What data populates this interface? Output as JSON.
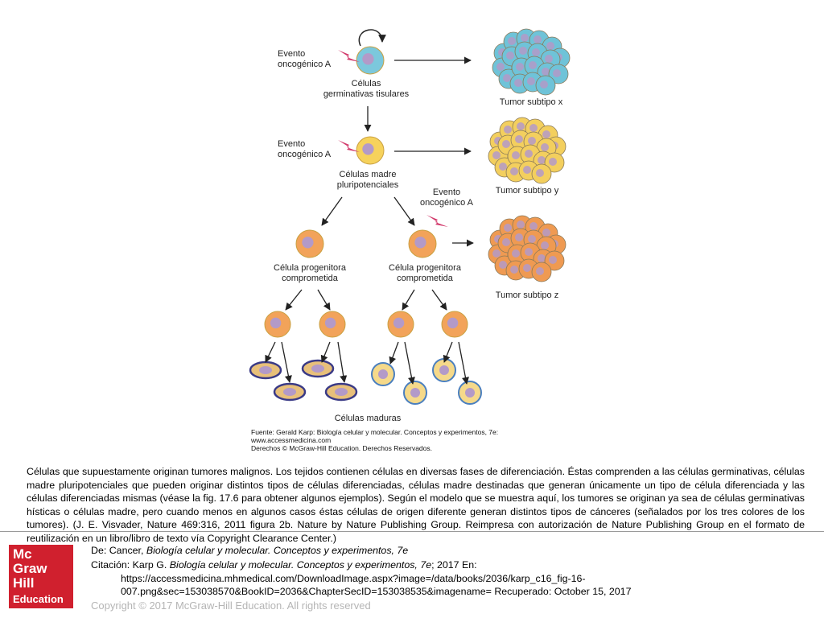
{
  "figure": {
    "labels": {
      "event_a1": [
        "Evento",
        "oncogénico A"
      ],
      "event_a2": [
        "Evento",
        "oncogénico A"
      ],
      "event_a3": [
        "Evento",
        "oncogénico A"
      ],
      "germ_cells": [
        "Células",
        "germinativas tisulares"
      ],
      "stem_cells": [
        "Células madre",
        "pluripotenciales"
      ],
      "progenitor_left": [
        "Célula progenitora",
        "comprometida"
      ],
      "progenitor_right": [
        "Célula progenitora",
        "comprometida"
      ],
      "tumor_x": "Tumor subtipo x",
      "tumor_y": "Tumor subtipo y",
      "tumor_z": "Tumor subtipo z",
      "mature_cells": "Células maduras"
    },
    "source": [
      "Fuente: Gerald Karp: Biología celular y molecular. Conceptos y experimentos, 7e:",
      "www.accessmedicina.com",
      "Derechos © McGraw-Hill Education. Derechos Reservados."
    ],
    "colors": {
      "tumor_x": "#6fc3d8",
      "tumor_y": "#f3cf5e",
      "tumor_z": "#ef9a52",
      "germ_cell": "#7cc8dc",
      "stem_cell": "#f6d25c",
      "progenitor": "#f2a35a",
      "nucleus": "#b39ac8",
      "bolt": "#d23a6c"
    }
  },
  "caption": "Células que supuestamente originan tumores malignos. Los tejidos contienen células en diversas fases de diferenciación. Éstas comprenden a las células germinativas, células madre pluripotenciales que pueden originar distintos tipos de células diferenciadas, células madre destinadas que generan únicamente un tipo de célula diferenciada y las células diferenciadas mismas (véase la fig. 17.6 para obtener algunos ejemplos). Según el modelo que se muestra aquí, los tumores se originan ya sea de células germinativas hísticas o células madre, pero cuando menos en algunos casos éstas células de origen diferente generan distintos tipos de cánceres (señalados por los tres colores de los tumores). (J. E. Visvader, Nature 469:316, 2011 figura 2b. Nature by Nature Publishing Group. Reimpresa con autorización de Nature Publishing Group en el formato de reutilización en un libro/libro de texto vía Copyright Clearance Center.)",
  "footer": {
    "logo": [
      "Mc",
      "Graw",
      "Hill",
      "Education"
    ],
    "from_prefix": "De: Cancer, ",
    "from_book": "Biología celular y molecular. Conceptos y experimentos, 7e",
    "citation_prefix": "Citación: Karp G. ",
    "citation_book": "Biología celular y molecular. Conceptos y experimentos, 7e",
    "citation_suffix": "; 2017 En:",
    "citation_url_1": "https://accessmedicina.mhmedical.com/DownloadImage.aspx?image=/data/books/2036/karp_c16_fig-16-",
    "citation_url_2": "007.png&sec=153038570&BookID=2036&ChapterSecID=153038535&imagename= Recuperado: October 15, 2017",
    "copyright": "Copyright © 2017 McGraw-Hill Education. All rights reserved"
  }
}
